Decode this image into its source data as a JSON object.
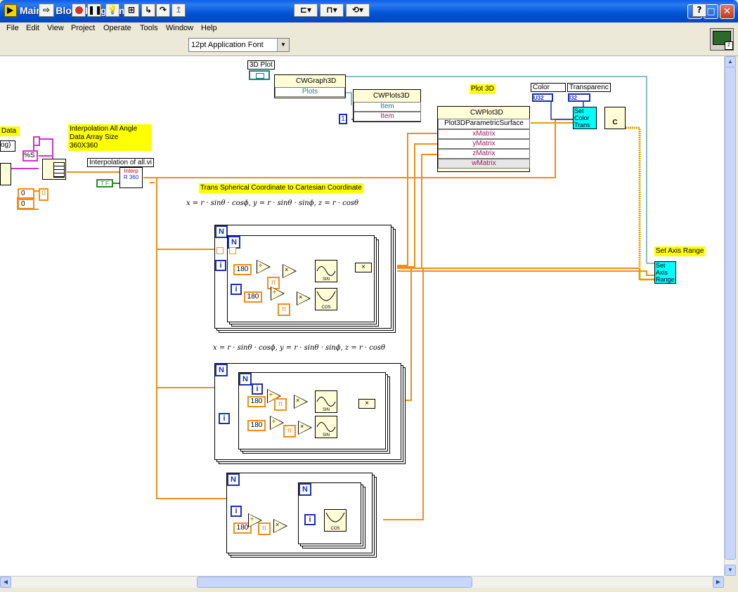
{
  "window": {
    "title": "Main.vi Block Diagram *",
    "btn_min": "_",
    "btn_max": "□",
    "btn_close": "✕"
  },
  "menu": [
    "File",
    "Edit",
    "View",
    "Project",
    "Operate",
    "Tools",
    "Window",
    "Help"
  ],
  "toolbar": {
    "font_label": "12pt Application Font",
    "help_label": "?",
    "dropdown_arrow": "▼"
  },
  "diagram": {
    "label_data": "Data",
    "label_log": "og)",
    "label_percent_s": "%S",
    "zero1": "0",
    "zero2": "0",
    "zero3": "0",
    "interp_comment": "Interpolation All Angle\nData Array Size\n360X360",
    "interp_vi_label": "Interpolation of all.vi",
    "interp_icon_top": "Interp",
    "interp_icon_bottom": "R 360",
    "true_const": "T F",
    "plot3d_label": "3D Plot",
    "cwgraph": "CWGraph3D",
    "plots": "Plots",
    "cwplots": "CWPlots3D",
    "item1": "Item",
    "item2": "Item",
    "one_const": "1",
    "plot3d_comment": "Plot 3D",
    "color_label": "Color",
    "transparency_label": "Transparenc",
    "u32": "U32",
    "i32": "I32",
    "cwplot": "CWPlot3D",
    "param_surface": "Plot3DParametricSurface",
    "xmatrix": "xMatrix",
    "ymatrix": "yMatrix",
    "zmatrix": "zMatrix",
    "wmatrix": "wMatrix",
    "set_color": "Set\nColor\nTrans",
    "concat": "C",
    "trans_comment": "Trans Spherical Coordinate  to Cartesian Coordinate",
    "formula1": "x = r · sinθ · cosϕ, y = r · sinθ · sinϕ, z = r · cosθ",
    "formula2": "x = r · sinθ · cosϕ, y = r · sinθ · sinϕ, z = r · cosθ",
    "set_axis_comment": "Set Axis Range",
    "set_axis": "Set\nAxis\nRange",
    "n": "N",
    "i": "i",
    "c180": "180",
    "pi": "π",
    "div": "÷",
    "mul": "×",
    "sin": "SIN",
    "cos": "COS"
  }
}
